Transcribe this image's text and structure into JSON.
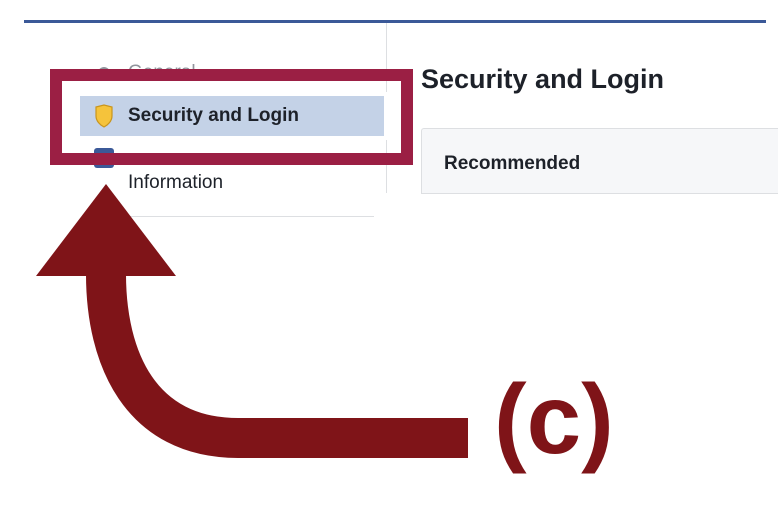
{
  "sidebar": {
    "items": [
      {
        "label": "General",
        "icon": "gear-icon"
      },
      {
        "label": "Security and Login",
        "icon": "shield-icon",
        "selected": true
      },
      {
        "label": "Information",
        "icon": "facebook-icon"
      }
    ]
  },
  "main": {
    "page_title": "Security and Login",
    "card_title": "Recommended"
  },
  "annotation": {
    "label": "(c)"
  },
  "colors": {
    "brand": "#3b5998",
    "selected_bg": "#c4d2e7",
    "highlight_box": "#9b1f44",
    "arrow": "#7f1418",
    "shield": "#f5c33b"
  }
}
